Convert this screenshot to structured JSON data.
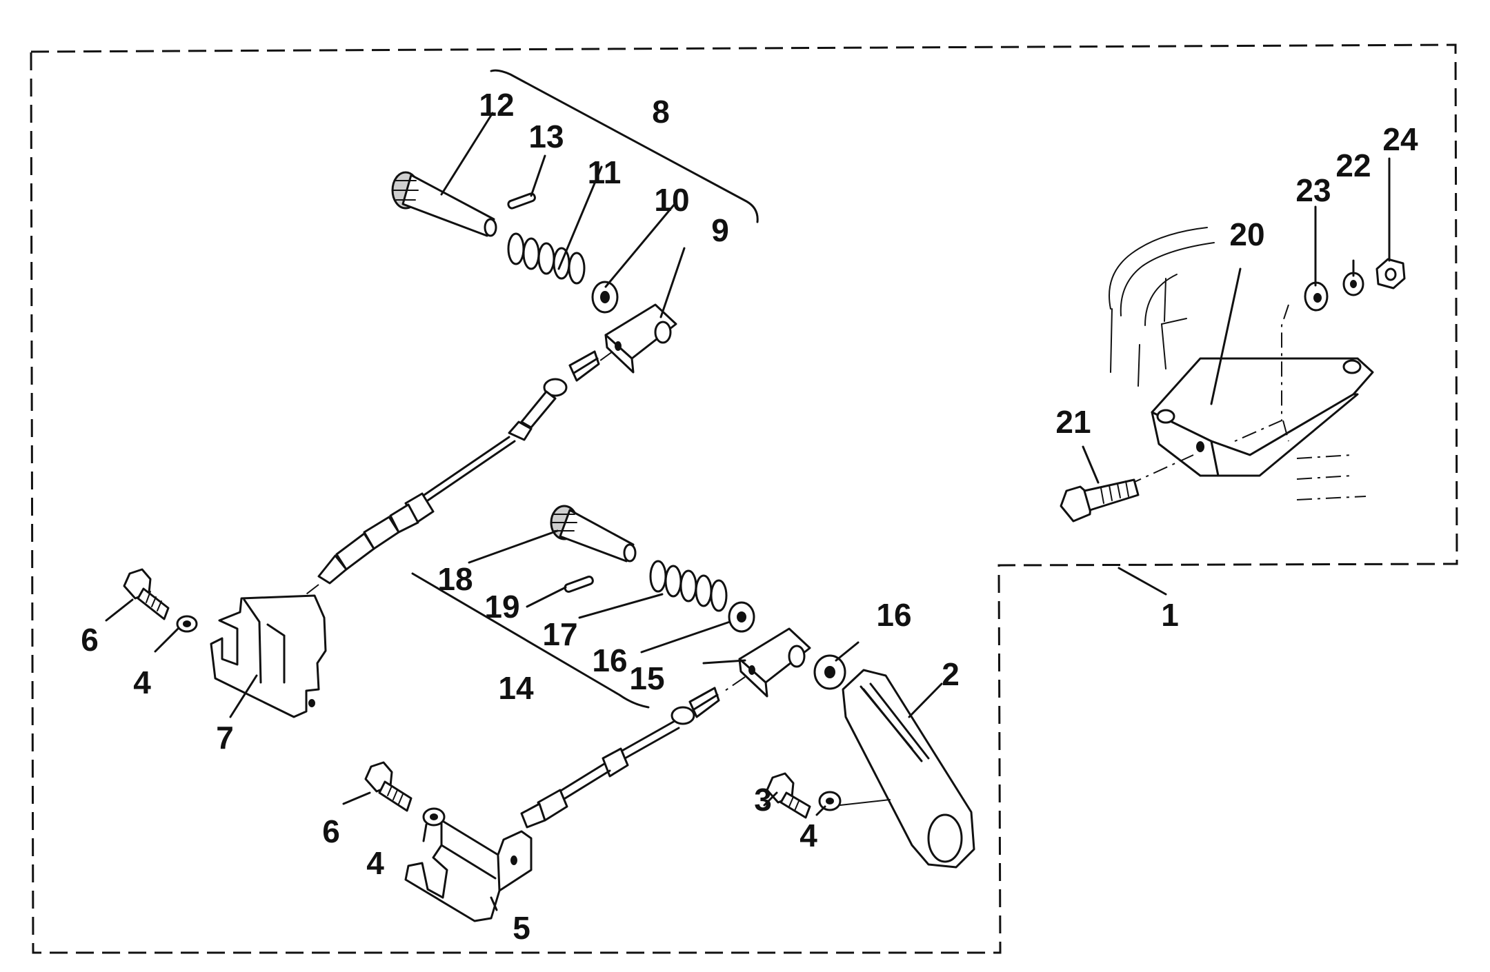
{
  "diagram": {
    "callouts": {
      "c1": "1",
      "c2": "2",
      "c3": "3",
      "c4a": "4",
      "c4b": "4",
      "c4c": "4",
      "c5": "5",
      "c6a": "6",
      "c6b": "6",
      "c7": "7",
      "c8": "8",
      "c9": "9",
      "c10": "10",
      "c11": "11",
      "c12": "12",
      "c13": "13",
      "c14": "14",
      "c15": "15",
      "c16a": "16",
      "c16b": "16",
      "c17": "17",
      "c18": "18",
      "c19": "19",
      "c20": "20",
      "c21": "21",
      "c22": "22",
      "c23": "23",
      "c24": "24"
    }
  }
}
